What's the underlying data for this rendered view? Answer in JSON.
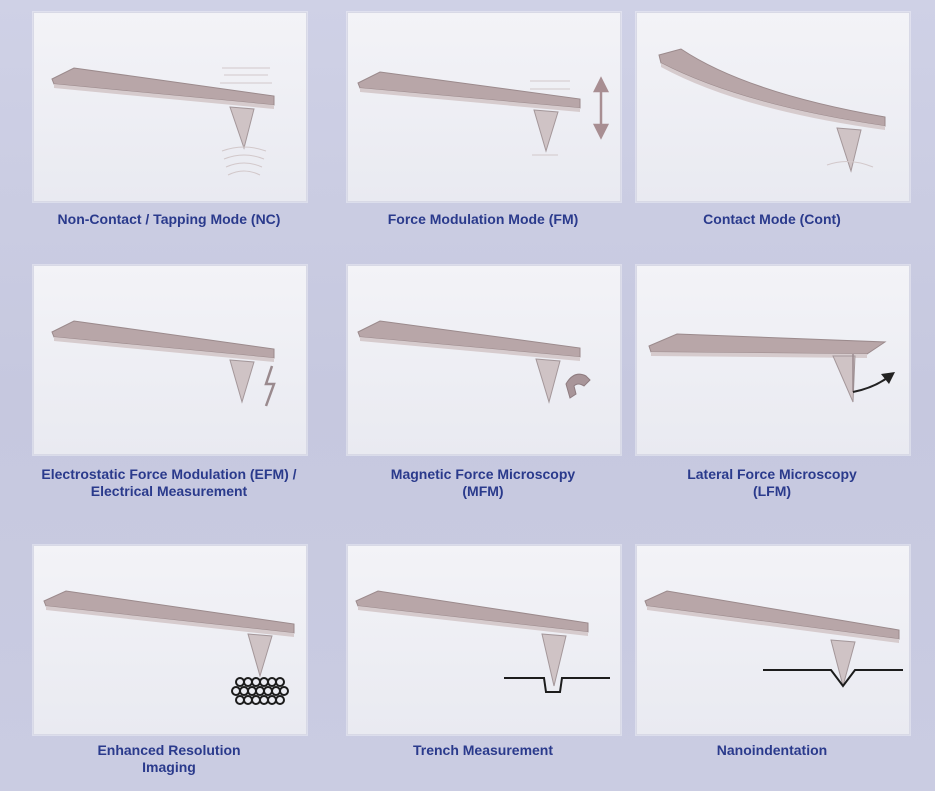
{
  "modes": [
    {
      "id": "nc",
      "caption_lines": [
        "Non-Contact / Tapping Mode (NC)"
      ]
    },
    {
      "id": "fm",
      "caption_lines": [
        "Force Modulation Mode (FM)"
      ]
    },
    {
      "id": "cont",
      "caption_lines": [
        "Contact Mode (Cont)"
      ]
    },
    {
      "id": "efm",
      "caption_lines": [
        "Electrostatic Force Modulation (EFM) /",
        "Electrical Measurement"
      ]
    },
    {
      "id": "mfm",
      "caption_lines": [
        "Magnetic Force Microscopy",
        "(MFM)"
      ]
    },
    {
      "id": "lfm",
      "caption_lines": [
        "Lateral Force Microscopy",
        "(LFM)"
      ]
    },
    {
      "id": "eri",
      "caption_lines": [
        "Enhanced Resolution",
        "Imaging"
      ]
    },
    {
      "id": "trench",
      "caption_lines": [
        "Trench Measurement"
      ]
    },
    {
      "id": "nano",
      "caption_lines": [
        "Nanoindentation"
      ]
    }
  ],
  "colors": {
    "caption": "#2a3a8c",
    "background": "#c9cbe1",
    "panel": "#efeff4",
    "cantilever": "#b9a7a9"
  }
}
